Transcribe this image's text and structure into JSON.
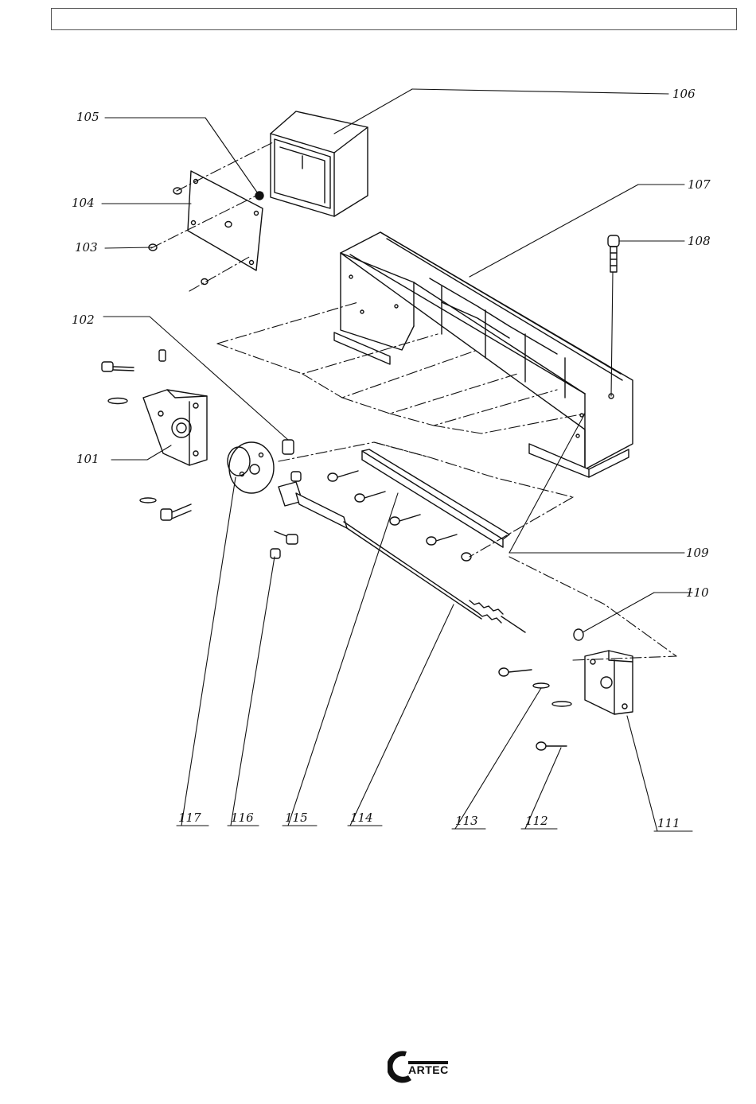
{
  "header": {
    "text": ""
  },
  "diagram": {
    "callouts": [
      {
        "id": "101",
        "text": "101"
      },
      {
        "id": "102",
        "text": "102"
      },
      {
        "id": "103",
        "text": "103"
      },
      {
        "id": "104",
        "text": "104"
      },
      {
        "id": "105",
        "text": "105"
      },
      {
        "id": "106",
        "text": "106"
      },
      {
        "id": "107",
        "text": "107"
      },
      {
        "id": "108",
        "text": "108"
      },
      {
        "id": "109",
        "text": "109"
      },
      {
        "id": "110",
        "text": "110"
      },
      {
        "id": "111",
        "text": "111"
      },
      {
        "id": "112",
        "text": "112"
      },
      {
        "id": "113",
        "text": "113"
      },
      {
        "id": "114",
        "text": "114"
      },
      {
        "id": "115",
        "text": "115"
      },
      {
        "id": "116",
        "text": "116"
      },
      {
        "id": "117",
        "text": "117"
      }
    ]
  },
  "footer": {
    "logo_text": "ARTEC",
    "logo_icon": "artec-logo-icon"
  }
}
